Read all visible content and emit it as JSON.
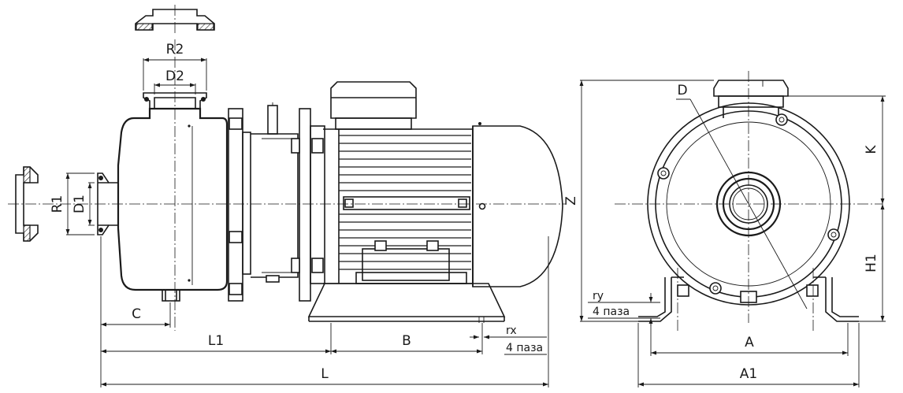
{
  "labels": {
    "r2": "R2",
    "d2": "D2",
    "r1": "R1",
    "d1": "D1",
    "c": "C",
    "l1": "L1",
    "b": "B",
    "l": "L",
    "rx": "rx",
    "slots_bottom": "4 паза",
    "z": "Z",
    "d": "D",
    "k": "K",
    "h1": "H1",
    "ry": "ry",
    "slots_side": "4 паза",
    "a": "A",
    "a1": "A1"
  }
}
